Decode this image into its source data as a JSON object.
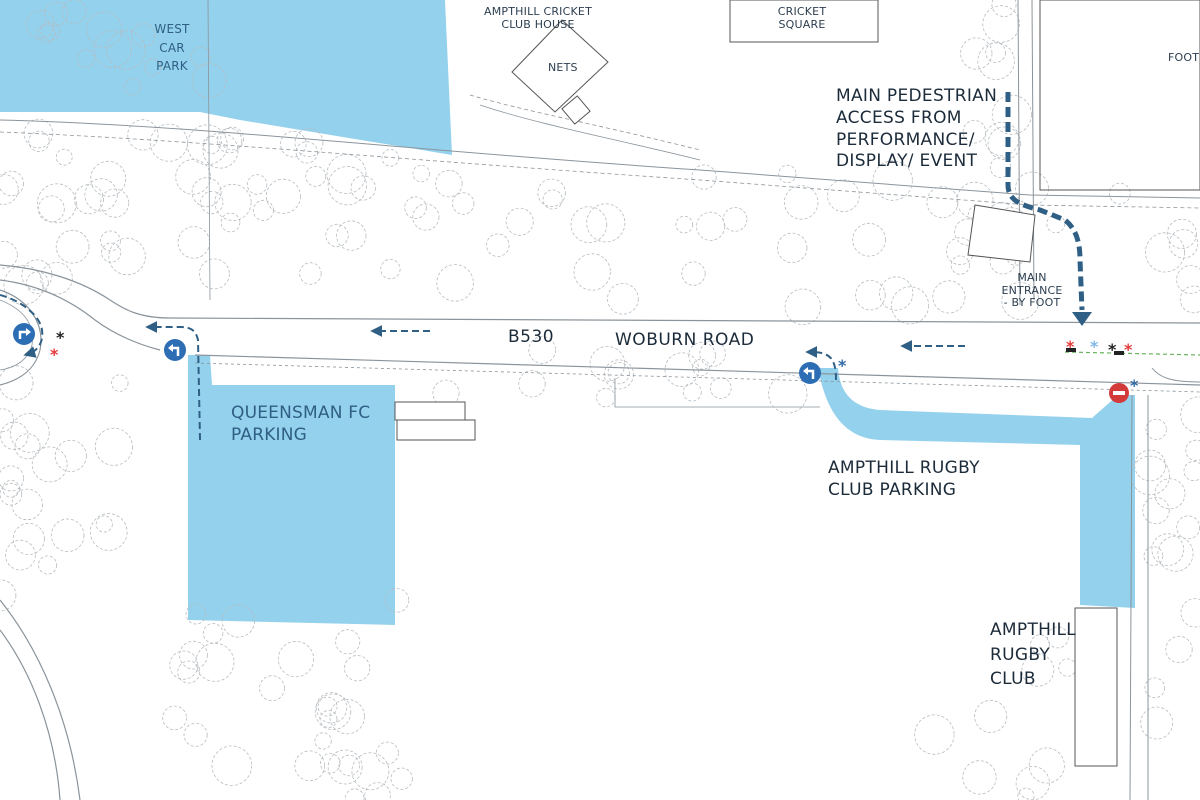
{
  "map": {
    "roads": {
      "main_road_number": "B530",
      "main_road_name": "WOBURN ROAD"
    },
    "areas": {
      "west_car_park": "WEST\nCAR\nPARK",
      "cricket_club_house": "AMPTHILL CRICKET\nCLUB HOUSE",
      "nets": "NETS",
      "cricket_square": "CRICKET\nSQUARE",
      "foot_partial": "FOOT",
      "queensman_parking": "QUEENSMAN FC\nPARKING",
      "rugby_club_parking": "AMPTHILL RUGBY\nCLUB PARKING",
      "rugby_club": "AMPTHILL\nRUGBY\nCLUB"
    },
    "access": {
      "pedestrian_access": "MAIN PEDESTRIAN\nACCESS FROM\nPERFORMANCE/\nDISPLAY/ EVENT",
      "main_entrance": "MAIN\nENTRANCE\n- BY FOOT"
    },
    "colors": {
      "parking_fill": "#8ecfec",
      "route_arrow": "#2f5f84",
      "no_entry": "#d33a3a",
      "marker_red": "#e33a3a",
      "marker_black": "#222222",
      "marker_lightblue": "#7fb6ea",
      "marker_blue": "#2f6aa6"
    },
    "icons": [
      "turn-left-sign-icon",
      "no-entry-sign-icon",
      "direction-arrow-icon",
      "asterisk-marker-icon",
      "tree-icon"
    ]
  }
}
